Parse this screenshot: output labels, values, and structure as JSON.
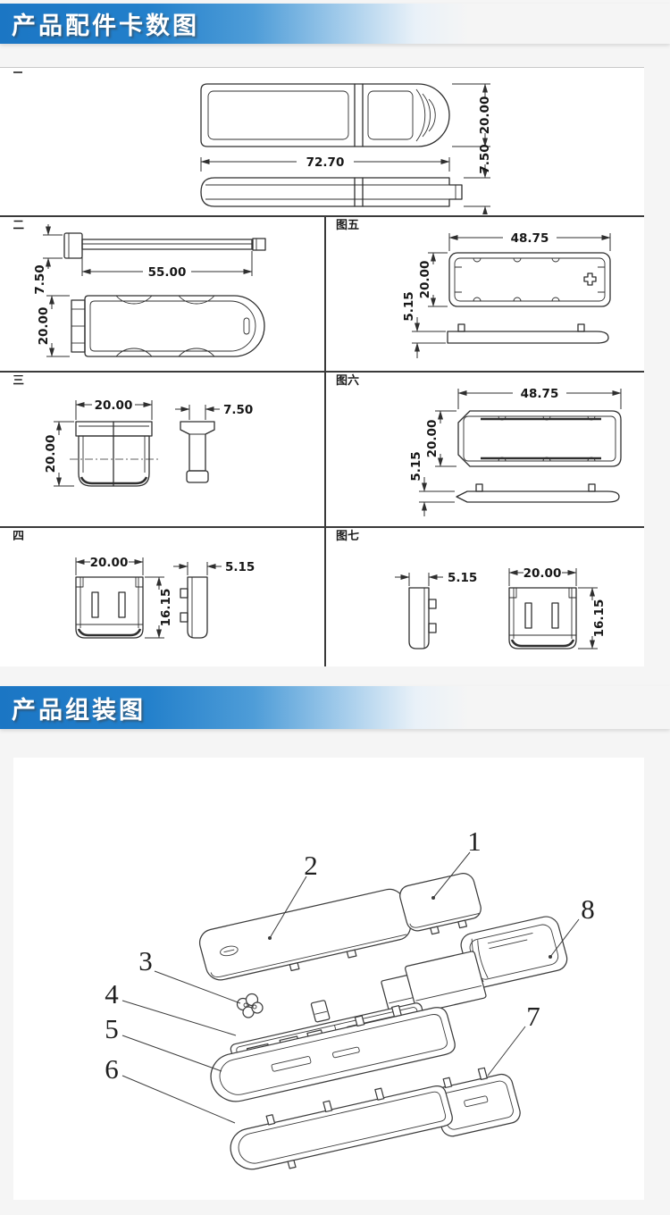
{
  "page": {
    "background": "#f5f5f5",
    "panel_bg": "#ffffff",
    "accent_blue": "#1b76c4",
    "line_color": "#2f2f2f"
  },
  "banners": [
    {
      "title": "产品配件卡数图"
    },
    {
      "title": "产品组装图"
    }
  ],
  "accessories": {
    "figures": [
      {
        "label": "图一",
        "dims": {
          "length": "72.70",
          "width": "20.00",
          "height": "7.50"
        }
      },
      {
        "label": "图二",
        "dims": {
          "length": "55.00",
          "width": "20.00",
          "height": "7.50"
        }
      },
      {
        "label": "图三",
        "dims": {
          "width": "20.00",
          "height": "20.00",
          "depth": "7.50"
        }
      },
      {
        "label": "图四",
        "dims": {
          "width": "20.00",
          "height": "16.15",
          "depth": "5.15"
        }
      },
      {
        "label": "图五",
        "dims": {
          "length": "48.75",
          "width": "20.00",
          "height": "5.15"
        }
      },
      {
        "label": "图六",
        "dims": {
          "length": "48.75",
          "width": "20.00",
          "height": "5.15"
        }
      },
      {
        "label": "图七",
        "dims": {
          "width": "20.00",
          "height": "16.15",
          "depth": "5.15"
        }
      }
    ]
  },
  "assembly": {
    "part_numbers": [
      "1",
      "2",
      "3",
      "4",
      "5",
      "6",
      "7",
      "8"
    ]
  }
}
